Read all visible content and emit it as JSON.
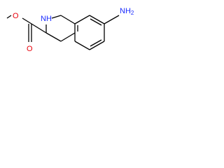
{
  "structure": {
    "labels": {
      "methoxy_oxygen": "O",
      "carbonyl_oxygen": "O",
      "ring_amine": "NH",
      "amino_group": "NH",
      "amino_subscript": "2"
    },
    "colors": {
      "oxygen": "#e8000b",
      "nitrogen": "#1a2bff",
      "bond": "#000000"
    }
  }
}
